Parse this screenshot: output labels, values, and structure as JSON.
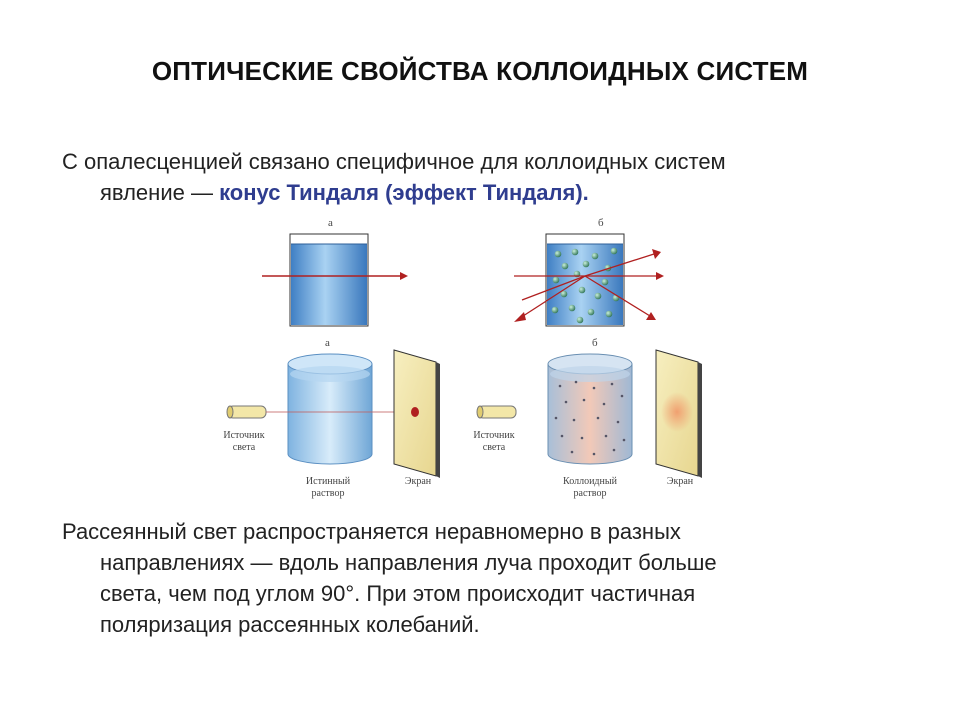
{
  "slide": {
    "title": "ОПТИЧЕСКИЕ СВОЙСТВА КОЛЛОИДНЫХ СИСТЕМ",
    "para1": {
      "line1": "С опалесценцией связано специфичное для коллоидных систем",
      "line2_start": "явление — ",
      "highlight": "конус Тиндаля (эффект Тиндаля)",
      "line2_end": "."
    },
    "para2": {
      "line1": "Рассеянный свет распространяется неравномерно в разных",
      "line2": "направлениях — вдоль направления луча проходит больше",
      "line3": "света, чем под углом 90°. При этом происходит частичная",
      "line4": "поляризация рассеянных колебаний."
    }
  },
  "figure": {
    "top_left_label": "а",
    "top_right_label": "б",
    "bottom_left_label": "а",
    "bottom_right_label": "б",
    "source_label_left_1": "Источник",
    "source_label_left_2": "света",
    "solution_true_1": "Истинный",
    "solution_true_2": "раствор",
    "screen_left": "Экран",
    "source_label_right_1": "Источник",
    "source_label_right_2": "света",
    "solution_colloid_1": "Коллоидный",
    "solution_colloid_2": "раствор",
    "screen_right": "Экран",
    "colors": {
      "water": "#5aa0dc",
      "beam": "#b02020",
      "screen": "#f0e4a8",
      "particle": "#4f8f6f"
    }
  }
}
